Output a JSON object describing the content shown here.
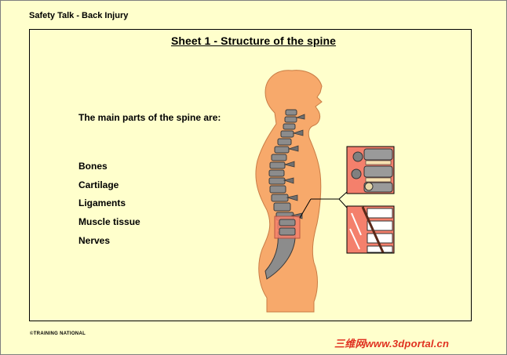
{
  "header": {
    "title": "Safety Talk - Back Injury"
  },
  "sheet": {
    "title": "Sheet 1 - Structure of the spine"
  },
  "intro": {
    "text": "The main parts of the spine are:"
  },
  "parts": [
    "Bones",
    "Cartilage",
    "Ligaments",
    "Muscle tissue",
    "Nerves"
  ],
  "footer": {
    "copyright": "©TRAINING NATIONAL",
    "watermark": "三维网www.3dportal.cn"
  },
  "colors": {
    "background": "#ffffcc",
    "body": "#f7a96b",
    "bone": "#7f7f7f",
    "highlight": "#f4806c"
  }
}
